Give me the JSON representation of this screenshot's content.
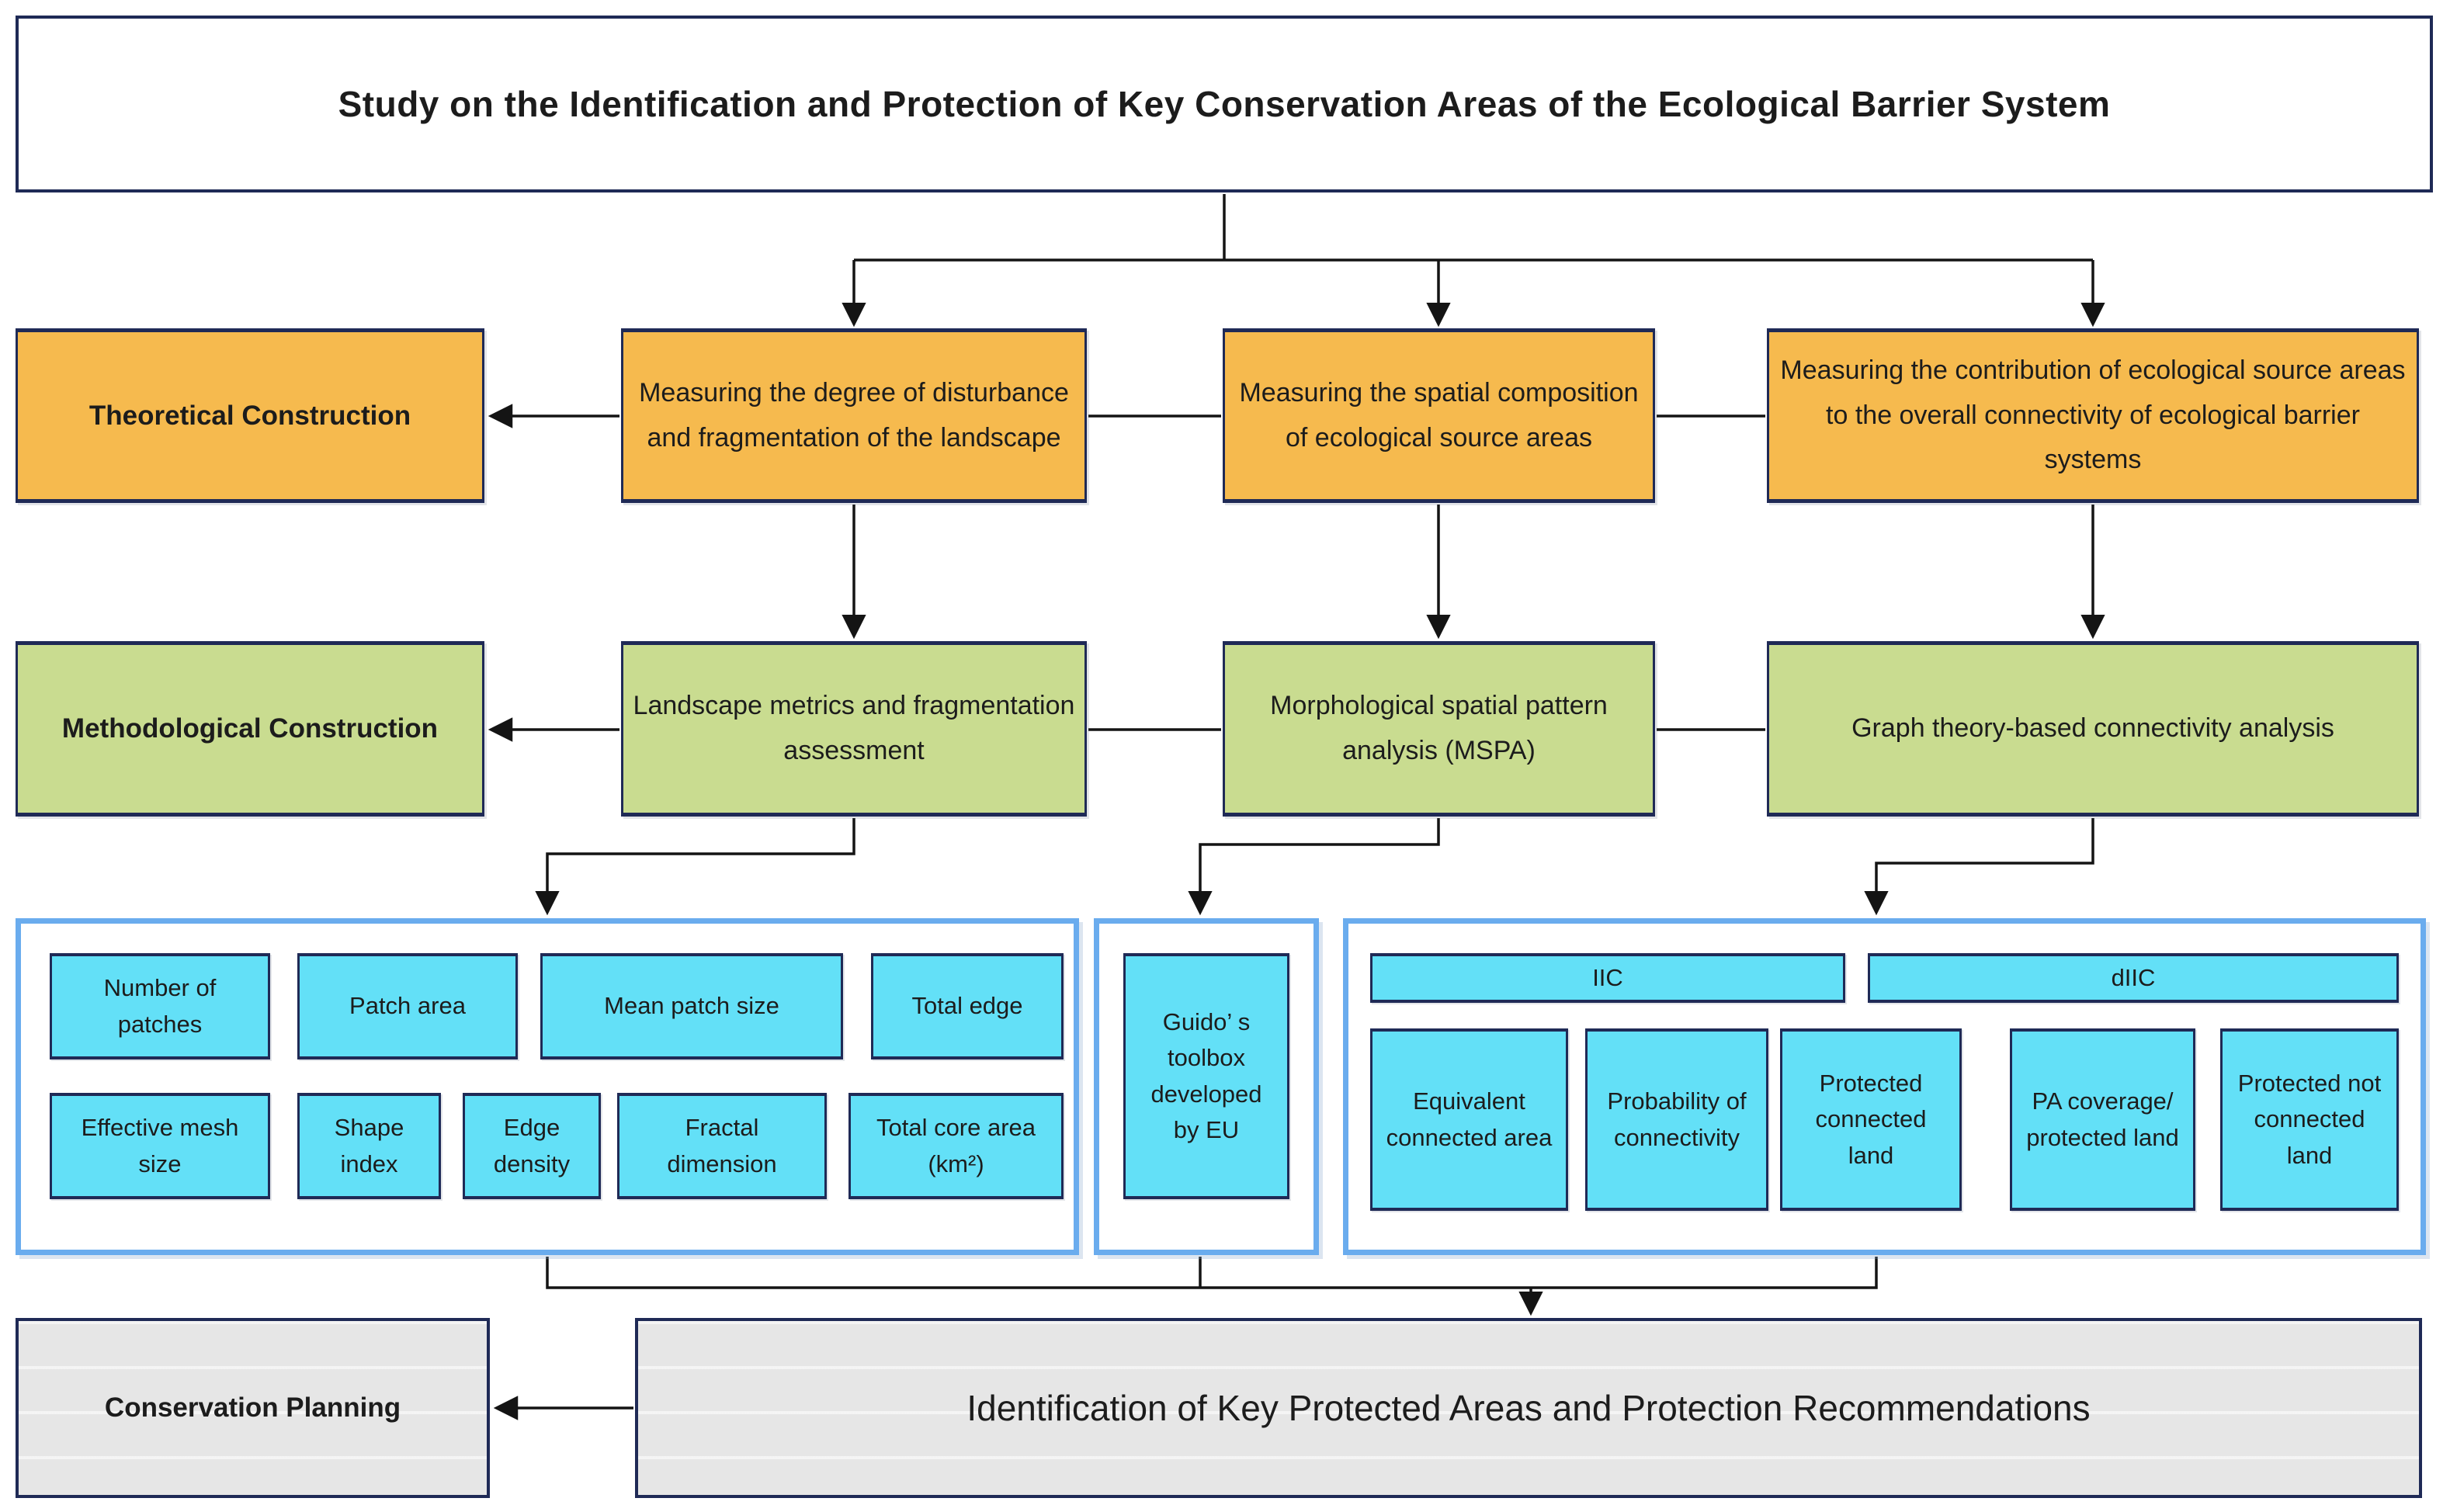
{
  "title": "Study on the Identification and Protection of Key Conservation Areas of the Ecological Barrier System",
  "theoretical": {
    "label": "Theoretical Construction",
    "boxes": [
      "Measuring the degree of disturbance and fragmentation of the landscape",
      "Measuring the spatial composition of ecological source areas",
      "Measuring the contribution of ecological source areas to the overall connectivity of ecological barrier systems"
    ]
  },
  "methodological": {
    "label": "Methodological Construction",
    "boxes": [
      "Landscape metrics and fragmentation assessment",
      "Morphological spatial pattern analysis (MSPA)",
      "Graph theory-based connectivity analysis"
    ]
  },
  "metrics": {
    "row1": [
      "Number of patches",
      "Patch area",
      "Mean patch size",
      "Total edge"
    ],
    "row2": [
      "Effective mesh size",
      "Shape index",
      "Edge density",
      "Fractal dimension",
      "Total core area (km²)"
    ]
  },
  "toolbox": {
    "box": "Guido’ s toolbox developed by EU"
  },
  "connectivity": {
    "headers": [
      "IIC",
      "dIIC"
    ],
    "boxes": [
      "Equivalent connected area",
      "Probability of connectivity",
      "Protected connected land",
      "PA coverage/ protected land",
      "Protected not connected land"
    ]
  },
  "planning": {
    "label": "Conservation Planning",
    "box": "Identification of Key Protected Areas and Protection Recommendations"
  },
  "colors": {
    "orange": "#F6BA4E",
    "green": "#C9DC90",
    "cyan": "#63E0F7",
    "panel_border": "#6AACEE",
    "navy": "#1F2A56",
    "gray": "#EAEAEA",
    "line": "#141414"
  }
}
